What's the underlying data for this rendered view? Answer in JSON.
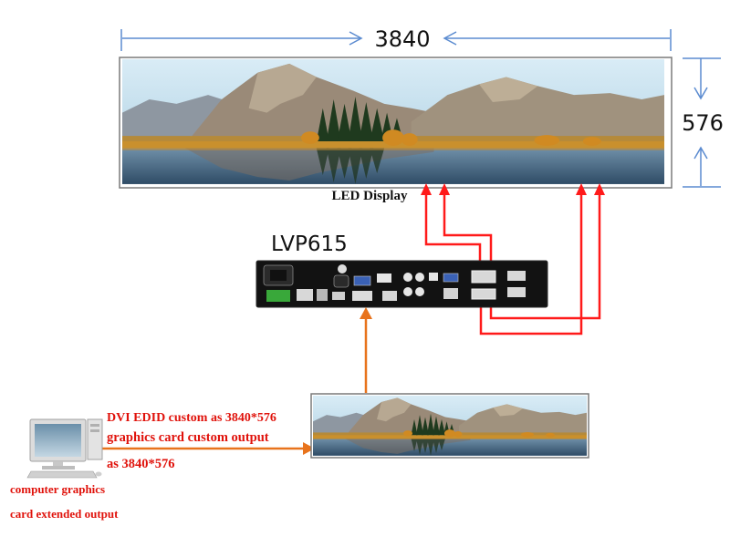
{
  "dimensions": {
    "width": "3840",
    "height": "576"
  },
  "led_display": {
    "label": "LED Display"
  },
  "processor": {
    "model": "LVP615"
  },
  "input_description": {
    "line1": "DVI EDID custom as 3840*576",
    "line2": "graphics card custom output",
    "line3": "as 3840*576"
  },
  "computer": {
    "label_line1": "computer graphics",
    "label_line2": "card extended output"
  },
  "colors": {
    "signal_out": "#ff1a1a",
    "signal_in": "#e8731c",
    "dimension_line": "#5b8bd0",
    "device_body": "#111111"
  },
  "icons": [
    "landscape-image",
    "video-processor",
    "desktop-computer-icon"
  ]
}
